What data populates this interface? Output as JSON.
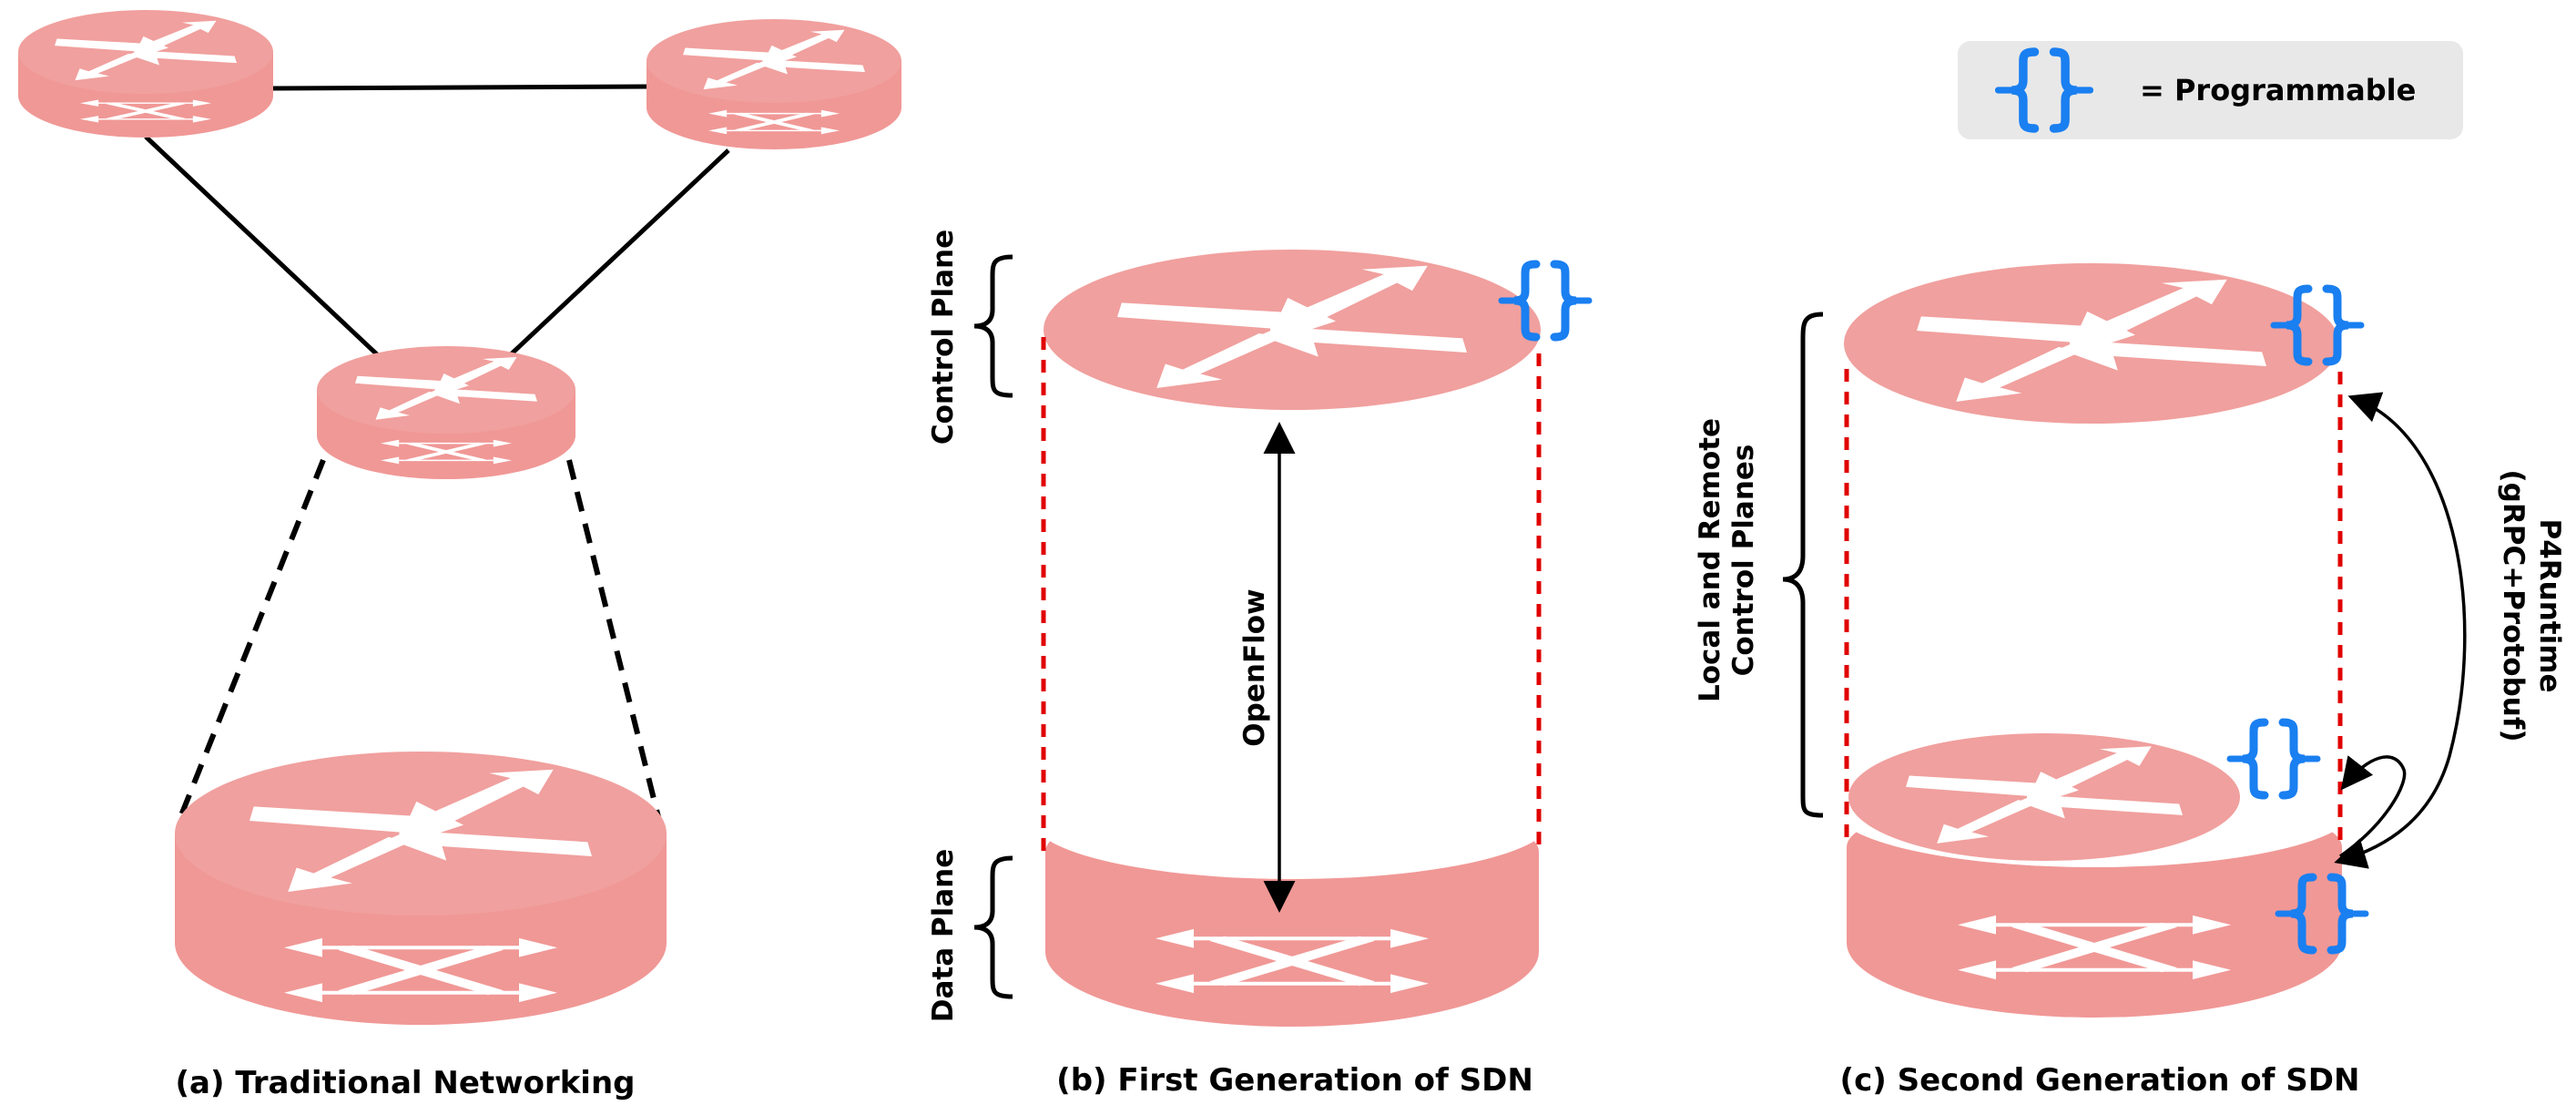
{
  "legend": {
    "text": "= Programmable",
    "icon": "programmable-brace-icon"
  },
  "panel_a": {
    "caption": "(a) Traditional Networking"
  },
  "panel_b": {
    "caption": "(b) First Generation of SDN",
    "control_plane_label": "Control Plane",
    "data_plane_label": "Data Plane",
    "protocol_label": "OpenFlow"
  },
  "panel_c": {
    "caption": "(c) Second Generation of SDN",
    "control_planes_label_line1": "Local and Remote",
    "control_planes_label_line2": "Control Planes",
    "protocol_label_line1": "P4Runtime",
    "protocol_label_line2": "(gRPC+Protobuf)"
  },
  "colors": {
    "router_fill": "#F0A09E",
    "router_side": "#F09896",
    "arrow_white": "#FFFFFF",
    "programmable_blue": "#1A7FF0",
    "boundary_red": "#E00000",
    "legend_bg": "#E8E8E8",
    "line_black": "#000000"
  }
}
